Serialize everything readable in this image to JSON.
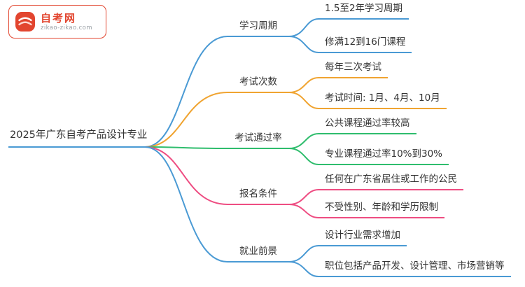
{
  "logo": {
    "title": "自考网",
    "subtitle": "zikao-zikao.com"
  },
  "colors": {
    "blue": "#4a9ad4",
    "orange": "#f0a431",
    "green": "#2fbd6d",
    "pink": "#ee4d82",
    "brand_red": "#e2452f",
    "text": "#333333"
  },
  "mindmap": {
    "root": {
      "label": "2025年广东自考产品设计专业",
      "color": "#4a9ad4"
    },
    "branches": [
      {
        "label": "学习周期",
        "color": "#4a9ad4",
        "children": [
          {
            "text": "1.5至2年学习周期"
          },
          {
            "text": "修满12到16门课程"
          }
        ]
      },
      {
        "label": "考试次数",
        "color": "#f0a431",
        "children": [
          {
            "text": "每年三次考试"
          },
          {
            "text": "考试时间: 1月、4月、10月"
          }
        ]
      },
      {
        "label": "考试通过率",
        "color": "#2fbd6d",
        "children": [
          {
            "text": "公共课程通过率较高"
          },
          {
            "text": "专业课程通过率10%到30%"
          }
        ]
      },
      {
        "label": "报名条件",
        "color": "#ee4d82",
        "children": [
          {
            "text": "任何在广东省居住或工作的公民"
          },
          {
            "text": "不受性别、年龄和学历限制"
          }
        ]
      },
      {
        "label": "就业前景",
        "color": "#4a9ad4",
        "children": [
          {
            "text": "设计行业需求增加"
          },
          {
            "text": "职位包括产品开发、设计管理、市场营销等"
          }
        ]
      }
    ]
  }
}
